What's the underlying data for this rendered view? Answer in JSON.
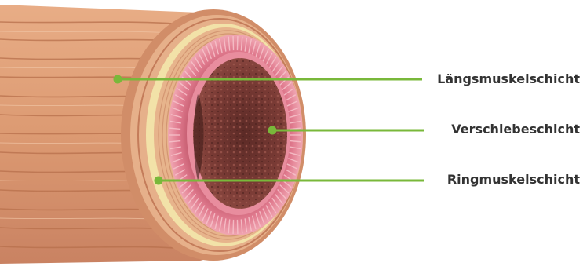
{
  "labels": {
    "longitudinal": "Längsmuskelschicht",
    "submucosa": "Verschiebeschicht",
    "circular": "Ringmuskelschicht"
  },
  "colors": {
    "leader": "#79b83a",
    "label_text": "#333333",
    "outer_muscle": "#d9966f",
    "outer_muscle_dark": "#b8704c",
    "fascia_band": "#f2e2a8",
    "mucosa_pink": "#e07a8e",
    "lumen_dark": "#7a3b35"
  },
  "icons": {
    "leader_dot": "filled-circle"
  }
}
